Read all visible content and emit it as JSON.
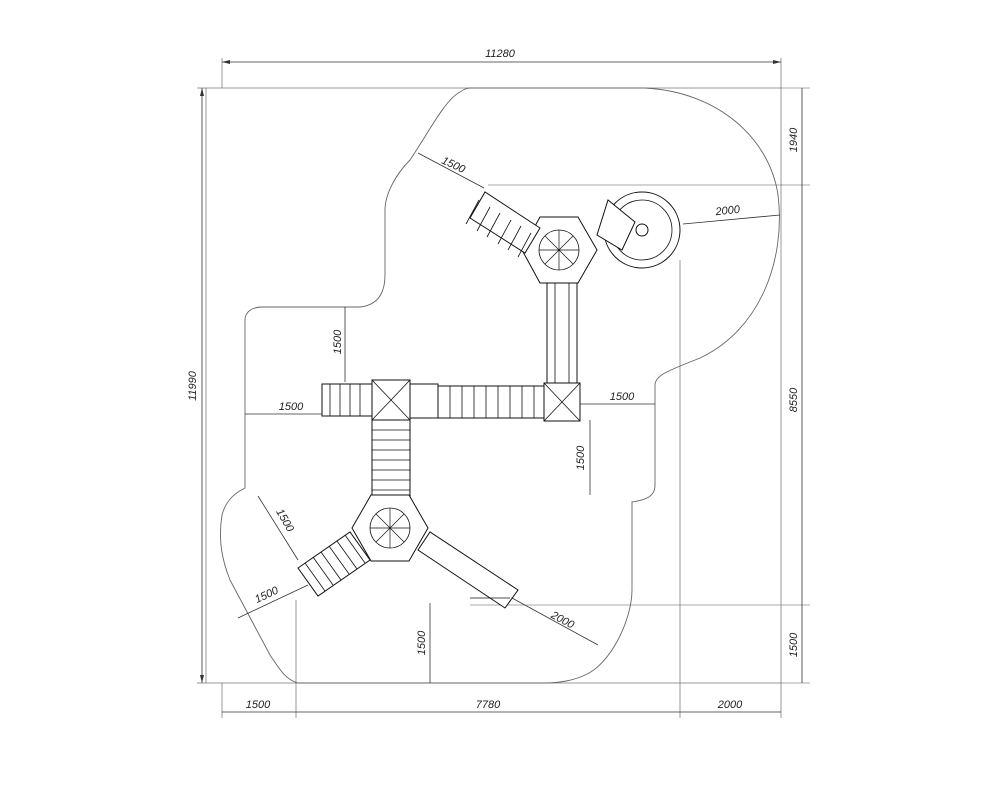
{
  "drawing": {
    "dimensions": {
      "overall_width": "11280",
      "overall_height": "11990",
      "top_right_vertical": "1940",
      "right_vertical": "8550",
      "bottom_right_vertical": "1500",
      "bottom_left": "1500",
      "bottom_middle": "7780",
      "bottom_right": "2000",
      "stair_top_clearance": "1500",
      "slide_spiral_clearance": "2000",
      "left_zone_vertical": "1500",
      "left_ladder_clearance": "1500",
      "right_bridge_clearance": "1500",
      "right_zone_vertical": "1500",
      "lower_left_diag_1": "1500",
      "lower_left_diag_2": "1500",
      "lower_center_vertical": "1500",
      "lower_slide_clearance": "2000"
    }
  }
}
